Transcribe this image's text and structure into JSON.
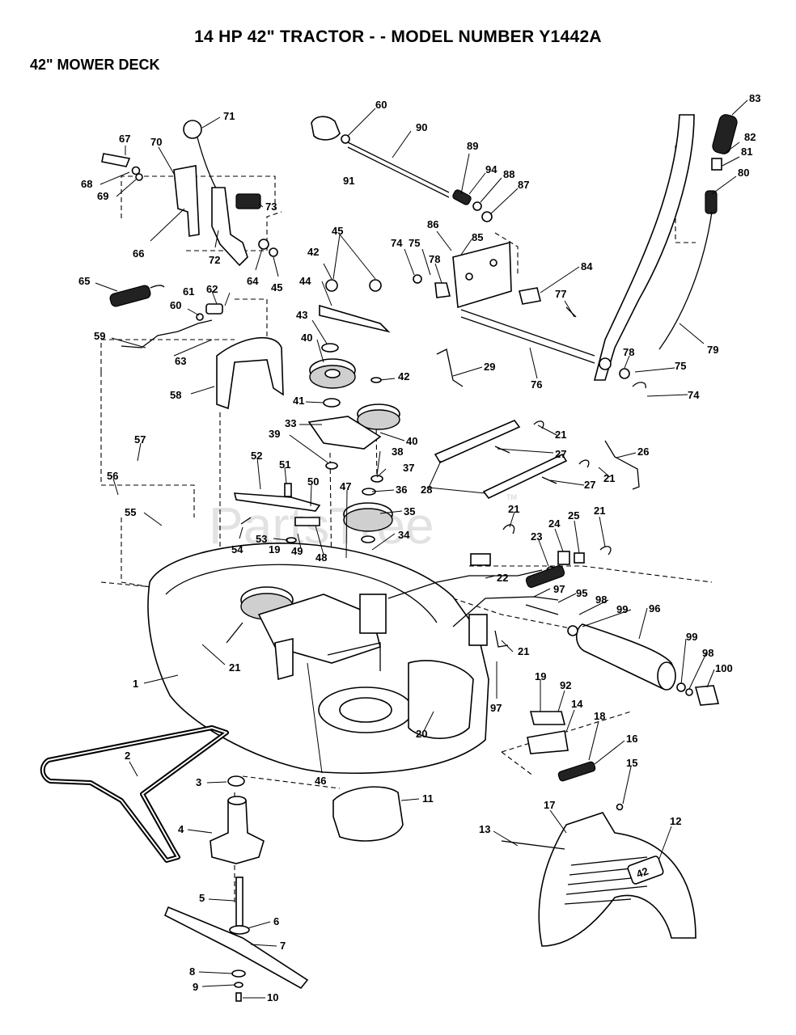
{
  "header": {
    "title": "14 HP 42\" TRACTOR - - MODEL NUMBER Y1442A",
    "subtitle": "42\" MOWER DECK"
  },
  "watermark": {
    "text": "PartsTree",
    "tm": "TM"
  },
  "labels": [
    {
      "id": "l71",
      "text": "71"
    },
    {
      "id": "l60a",
      "text": "60"
    },
    {
      "id": "l90",
      "text": "90"
    },
    {
      "id": "l83",
      "text": "83"
    },
    {
      "id": "l67",
      "text": "67"
    },
    {
      "id": "l70",
      "text": "70"
    },
    {
      "id": "l91",
      "text": "91"
    },
    {
      "id": "l89",
      "text": "89"
    },
    {
      "id": "l82",
      "text": "82"
    },
    {
      "id": "l81",
      "text": "81"
    },
    {
      "id": "l68",
      "text": "68"
    },
    {
      "id": "l69",
      "text": "69"
    },
    {
      "id": "l94",
      "text": "94"
    },
    {
      "id": "l88",
      "text": "88"
    },
    {
      "id": "l87",
      "text": "87"
    },
    {
      "id": "l80",
      "text": "80"
    },
    {
      "id": "l73",
      "text": "73"
    },
    {
      "id": "l45a",
      "text": "45"
    },
    {
      "id": "l86",
      "text": "86"
    },
    {
      "id": "l85",
      "text": "85"
    },
    {
      "id": "l74a",
      "text": "74"
    },
    {
      "id": "l75a",
      "text": "75"
    },
    {
      "id": "l66",
      "text": "66"
    },
    {
      "id": "l72",
      "text": "72"
    },
    {
      "id": "l64",
      "text": "64"
    },
    {
      "id": "l42a",
      "text": "42"
    },
    {
      "id": "l78a",
      "text": "78"
    },
    {
      "id": "l84",
      "text": "84"
    },
    {
      "id": "l65",
      "text": "65"
    },
    {
      "id": "l45b",
      "text": "45"
    },
    {
      "id": "l44",
      "text": "44"
    },
    {
      "id": "l61",
      "text": "61"
    },
    {
      "id": "l62",
      "text": "62"
    },
    {
      "id": "l77",
      "text": "77"
    },
    {
      "id": "l60b",
      "text": "60"
    },
    {
      "id": "l43",
      "text": "43"
    },
    {
      "id": "l59",
      "text": "59"
    },
    {
      "id": "l63",
      "text": "63"
    },
    {
      "id": "l40a",
      "text": "40"
    },
    {
      "id": "l79",
      "text": "79"
    },
    {
      "id": "l29",
      "text": "29"
    },
    {
      "id": "l78b",
      "text": "78"
    },
    {
      "id": "l76",
      "text": "76"
    },
    {
      "id": "l75b",
      "text": "75"
    },
    {
      "id": "l42b",
      "text": "42"
    },
    {
      "id": "l58",
      "text": "58"
    },
    {
      "id": "l74b",
      "text": "74"
    },
    {
      "id": "l41",
      "text": "41"
    },
    {
      "id": "l33",
      "text": "33"
    },
    {
      "id": "l21a",
      "text": "21"
    },
    {
      "id": "l39",
      "text": "39"
    },
    {
      "id": "l40b",
      "text": "40"
    },
    {
      "id": "l57",
      "text": "57"
    },
    {
      "id": "l27a",
      "text": "27"
    },
    {
      "id": "l26",
      "text": "26"
    },
    {
      "id": "l38",
      "text": "38"
    },
    {
      "id": "l52",
      "text": "52"
    },
    {
      "id": "l51",
      "text": "51"
    },
    {
      "id": "l37",
      "text": "37"
    },
    {
      "id": "l56",
      "text": "56"
    },
    {
      "id": "l50",
      "text": "50"
    },
    {
      "id": "l47",
      "text": "47"
    },
    {
      "id": "l36",
      "text": "36"
    },
    {
      "id": "l21b",
      "text": "21"
    },
    {
      "id": "l28",
      "text": "28"
    },
    {
      "id": "l27b",
      "text": "27"
    },
    {
      "id": "l55",
      "text": "55"
    },
    {
      "id": "l35",
      "text": "35"
    },
    {
      "id": "l21c",
      "text": "21"
    },
    {
      "id": "l25",
      "text": "25"
    },
    {
      "id": "l24",
      "text": "24"
    },
    {
      "id": "l21d",
      "text": "21"
    },
    {
      "id": "l34",
      "text": "34"
    },
    {
      "id": "l23",
      "text": "23"
    },
    {
      "id": "l53",
      "text": "53"
    },
    {
      "id": "l54",
      "text": "54"
    },
    {
      "id": "l19a",
      "text": "19"
    },
    {
      "id": "l49",
      "text": "49"
    },
    {
      "id": "l48",
      "text": "48"
    },
    {
      "id": "l22",
      "text": "22"
    },
    {
      "id": "l97a",
      "text": "97"
    },
    {
      "id": "l95",
      "text": "95"
    },
    {
      "id": "l98a",
      "text": "98"
    },
    {
      "id": "l99a",
      "text": "99"
    },
    {
      "id": "l96",
      "text": "96"
    },
    {
      "id": "l21e",
      "text": "21"
    },
    {
      "id": "l21f",
      "text": "21"
    },
    {
      "id": "l99b",
      "text": "99"
    },
    {
      "id": "l98b",
      "text": "98"
    },
    {
      "id": "l100",
      "text": "100"
    },
    {
      "id": "l1",
      "text": "1"
    },
    {
      "id": "l19b",
      "text": "19"
    },
    {
      "id": "l92",
      "text": "92"
    },
    {
      "id": "l97b",
      "text": "97"
    },
    {
      "id": "l14",
      "text": "14"
    },
    {
      "id": "l18",
      "text": "18"
    },
    {
      "id": "l20",
      "text": "20"
    },
    {
      "id": "l16",
      "text": "16"
    },
    {
      "id": "l2",
      "text": "2"
    },
    {
      "id": "l46",
      "text": "46"
    },
    {
      "id": "l15",
      "text": "15"
    },
    {
      "id": "l3",
      "text": "3"
    },
    {
      "id": "l11",
      "text": "11"
    },
    {
      "id": "l17",
      "text": "17"
    },
    {
      "id": "l12",
      "text": "12"
    },
    {
      "id": "l13",
      "text": "13"
    },
    {
      "id": "l4",
      "text": "4"
    },
    {
      "id": "l5",
      "text": "5"
    },
    {
      "id": "l6",
      "text": "6"
    },
    {
      "id": "l7",
      "text": "7"
    },
    {
      "id": "l8",
      "text": "8"
    },
    {
      "id": "l9",
      "text": "9"
    },
    {
      "id": "l10",
      "text": "10"
    }
  ],
  "badge": {
    "text": "42"
  }
}
